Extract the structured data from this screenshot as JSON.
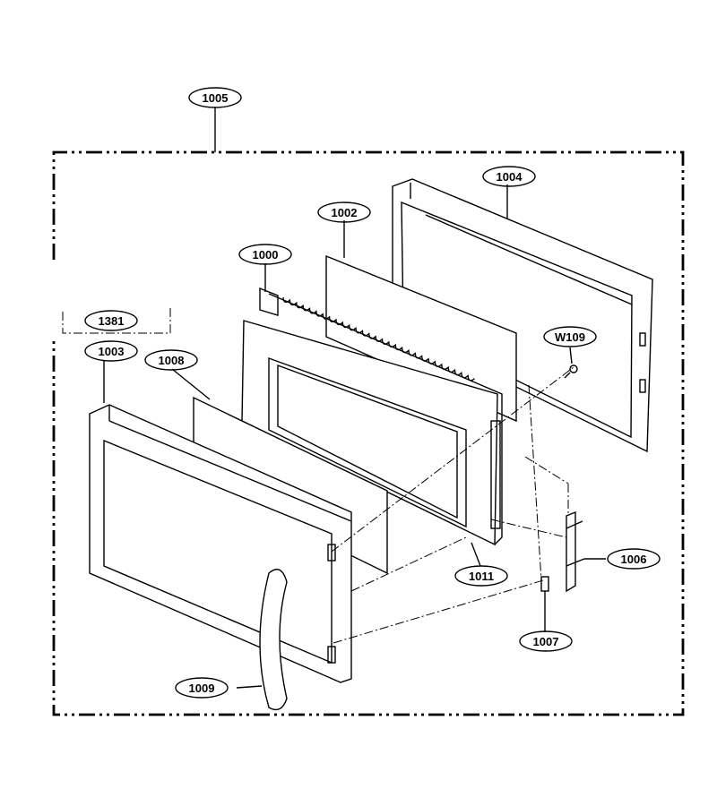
{
  "diagram": {
    "parts": [
      {
        "id": "label-1005",
        "text": "1005"
      },
      {
        "id": "label-1004",
        "text": "1004"
      },
      {
        "id": "label-1002",
        "text": "1002"
      },
      {
        "id": "label-1000",
        "text": "1000"
      },
      {
        "id": "label-1381",
        "text": "1381"
      },
      {
        "id": "label-1003",
        "text": "1003"
      },
      {
        "id": "label-1008",
        "text": "1008"
      },
      {
        "id": "label-w109",
        "text": "W109"
      },
      {
        "id": "label-1006",
        "text": "1006"
      },
      {
        "id": "label-1011",
        "text": "1011"
      },
      {
        "id": "label-1007",
        "text": "1007"
      },
      {
        "id": "label-1009",
        "text": "1009"
      }
    ]
  }
}
